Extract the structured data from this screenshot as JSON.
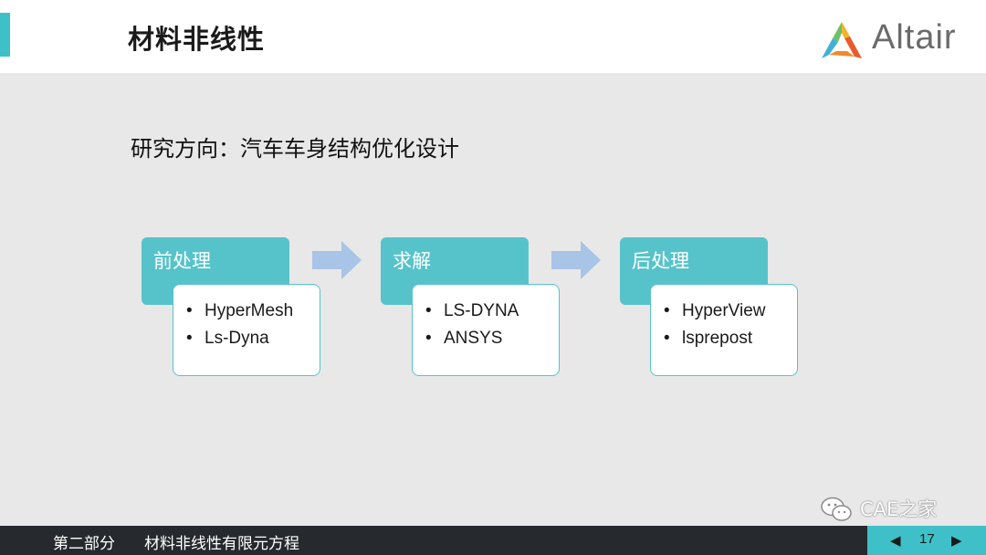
{
  "header": {
    "title": "材料非线性",
    "logo_text": "Altair"
  },
  "subtitle": "研究方向：汽车车身结构优化设计",
  "stages": [
    {
      "title": "前处理",
      "items": [
        "HyperMesh",
        "Ls-Dyna"
      ]
    },
    {
      "title": "求解",
      "items": [
        "LS-DYNA",
        "ANSYS"
      ]
    },
    {
      "title": "后处理",
      "items": [
        "HyperView",
        "lsprepost"
      ]
    }
  ],
  "bullet_glyph": "•",
  "footer": {
    "section": "第二部分",
    "topic": "材料非线性有限元方程",
    "page": "17",
    "prev_glyph": "◀",
    "next_glyph": "▶"
  },
  "watermark": {
    "text": "CAE之家",
    "icon": "wechat-icon"
  },
  "colors": {
    "accent": "#3fc0c8",
    "stage_head": "#56c3ca",
    "arrow": "#a8c4e6",
    "footer_dark": "#26292e"
  }
}
